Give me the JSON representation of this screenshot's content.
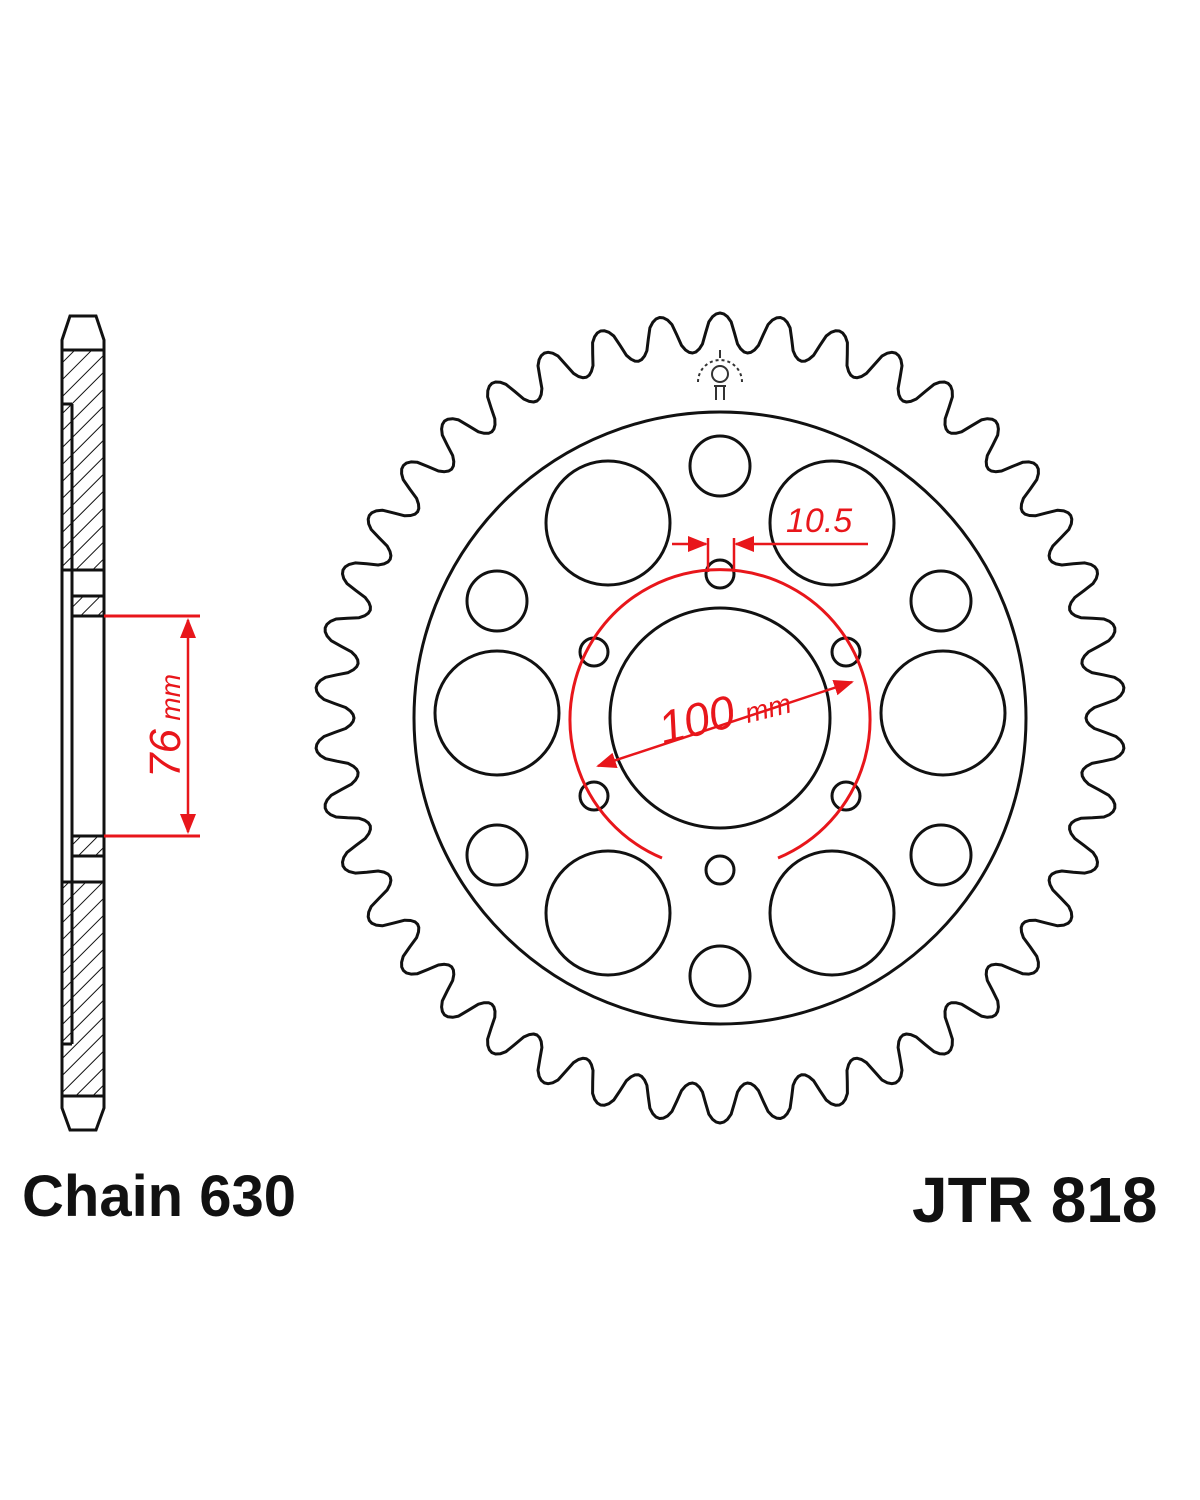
{
  "chain_label": "Chain 630",
  "part_number": "JTR 818",
  "dimensions": {
    "hub_bore": {
      "value": "76",
      "unit": "mm"
    },
    "bolt_circle": {
      "value": "100",
      "unit": "mm"
    },
    "bolt_hole": {
      "value": "10.5"
    }
  },
  "sprocket": {
    "teeth": 42
  },
  "colors": {
    "line": "#111111",
    "dimension": "#e8161b",
    "background": "#ffffff"
  },
  "icons": [
    "jt-sprocket-logo-icon"
  ]
}
